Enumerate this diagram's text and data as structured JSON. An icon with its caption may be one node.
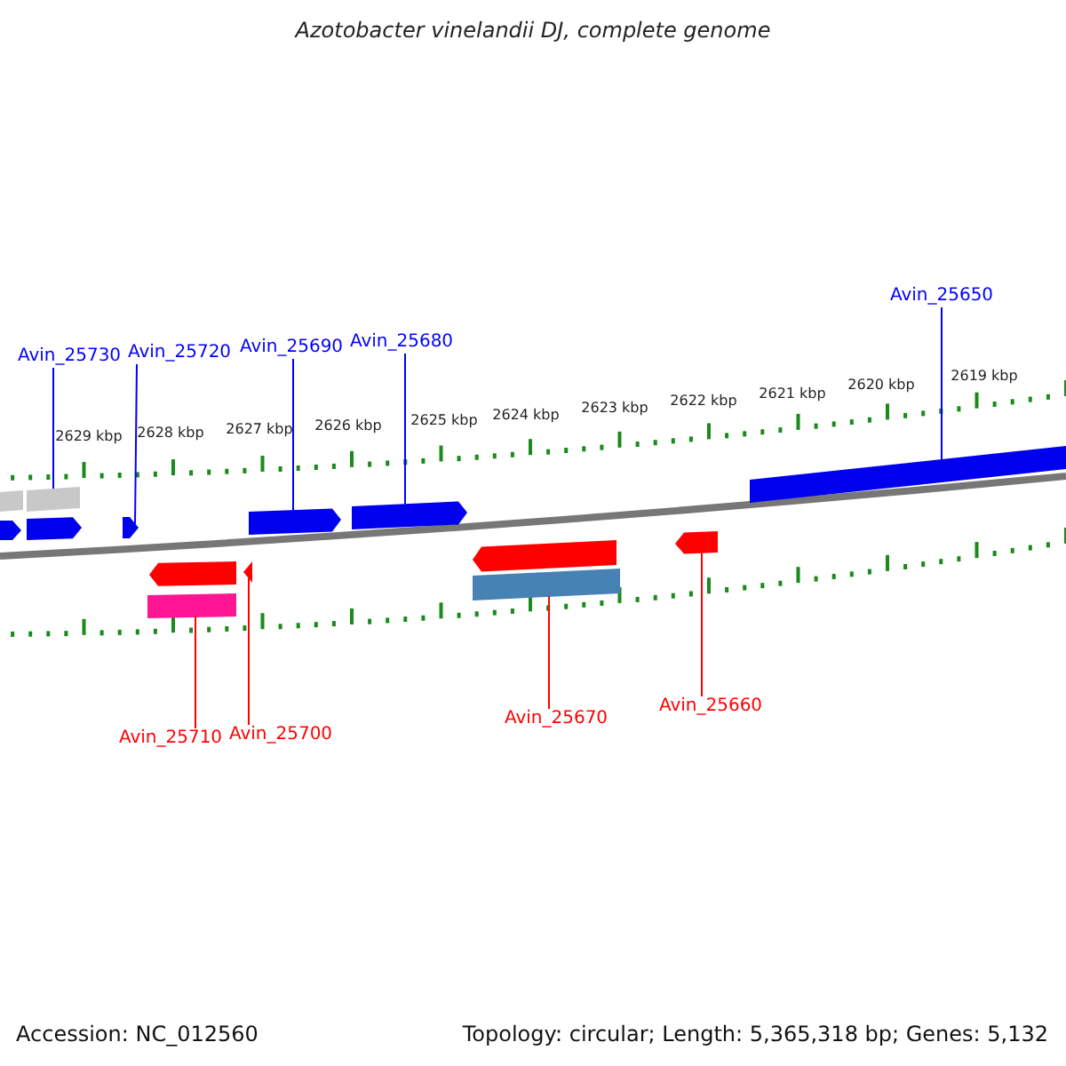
{
  "diagram": {
    "title": "Azotobacter vinelandii DJ, complete genome",
    "nodes": [
      {
        "text": [
          "Avin_25730"
        ]
      },
      {
        "text": [
          "Avin_25720"
        ]
      },
      {
        "text": [
          "Avin_25690"
        ]
      },
      {
        "text": [
          "Avin_25680"
        ]
      },
      {
        "text": [
          "Avin_25650"
        ]
      },
      {
        "text": [
          "Avin_25710"
        ]
      },
      {
        "text": [
          "Avin_25700"
        ]
      },
      {
        "text": [
          "Avin_25670"
        ]
      },
      {
        "text": [
          "Avin_25660"
        ]
      },
      {
        "text": [],
        "shape": "bar"
      },
      {
        "text": [],
        "shape": "bar"
      },
      {
        "text": [],
        "shape": "arrow"
      },
      {
        "text": [],
        "shape": "arrow"
      },
      {
        "text": [],
        "shape": "arrow"
      },
      {
        "text": [],
        "shape": "arrow"
      },
      {
        "text": [],
        "shape": "arrow"
      },
      {
        "text": [],
        "shape": "bar"
      },
      {
        "text": [],
        "shape": "arrow"
      },
      {
        "text": [],
        "shape": "arrow"
      },
      {
        "text": [],
        "shape": "bar"
      },
      {
        "text": [],
        "shape": "arrow"
      },
      {
        "text": [],
        "shape": "bar"
      },
      {
        "text": [],
        "shape": "arrow"
      }
    ],
    "edges": [
      {
        "from": 0,
        "to": 10,
        "arrow": "none"
      },
      {
        "from": 1,
        "to": 13,
        "arrow": "none"
      },
      {
        "from": 2,
        "to": 14,
        "arrow": "none"
      },
      {
        "from": 3,
        "to": 15,
        "arrow": "none"
      },
      {
        "from": 4,
        "to": 16,
        "arrow": "none"
      },
      {
        "from": 5,
        "to": 19,
        "arrow": "none",
        "color": "#ff0000"
      },
      {
        "from": 6,
        "to": 18,
        "arrow": "none",
        "color": "#ff0000"
      },
      {
        "from": 7,
        "to": 21,
        "arrow": "none",
        "color": "#ff0000"
      },
      {
        "from": 8,
        "to": 22,
        "arrow": "none",
        "color": "#ff0000"
      }
    ],
    "labels": [
      "2629 kbp",
      "2628 kbp",
      "2627 kbp",
      "2626 kbp",
      "2625 kbp",
      "2624 kbp",
      "2623 kbp",
      "2622 kbp",
      "2621 kbp",
      "2620 kbp",
      "2619 kbp",
      "Accession: NC_012560",
      "Topology: circular; Length: 5,365,318 bp; Genes: 5,132"
    ]
  }
}
